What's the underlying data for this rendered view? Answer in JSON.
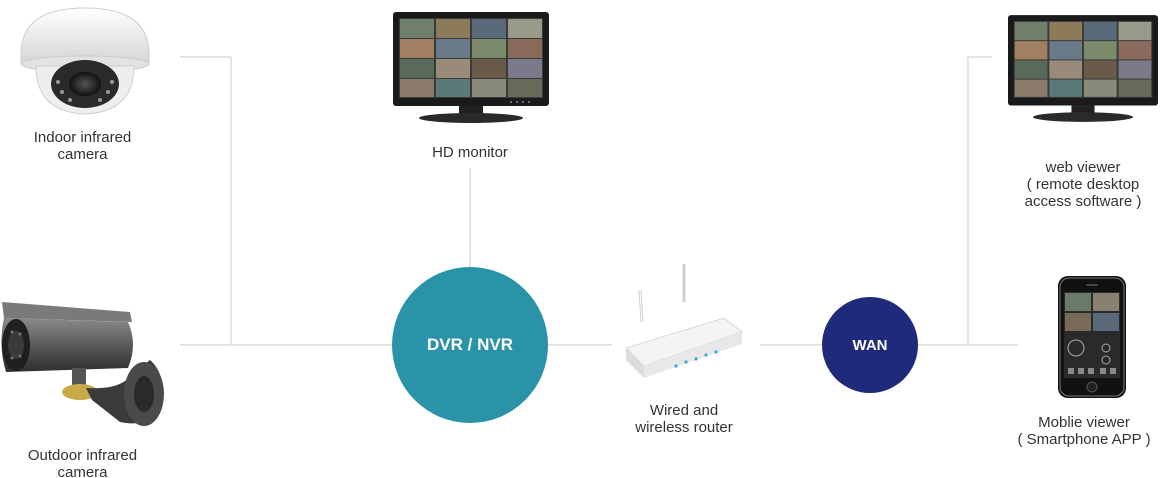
{
  "nodes": {
    "indoor_camera": {
      "line1": "Indoor infrared",
      "line2": "camera"
    },
    "outdoor_camera": {
      "line1": "Outdoor infrared",
      "line2": "camera"
    },
    "hd_monitor": {
      "line1": "HD monitor"
    },
    "router": {
      "line1": "Wired and",
      "line2": "wireless router"
    },
    "web_viewer": {
      "line1": "web viewer",
      "line2": "( remote desktop",
      "line3": "access software )"
    },
    "mobile_viewer": {
      "line1": "Moblie viewer",
      "line2": "( Smartphone APP )"
    }
  },
  "hubs": {
    "dvr": {
      "label": "DVR / NVR",
      "color": "#2a93a8"
    },
    "wan": {
      "label": "WAN",
      "color": "#1f2a7a"
    }
  },
  "colors": {
    "line": "#c8c8c8"
  }
}
